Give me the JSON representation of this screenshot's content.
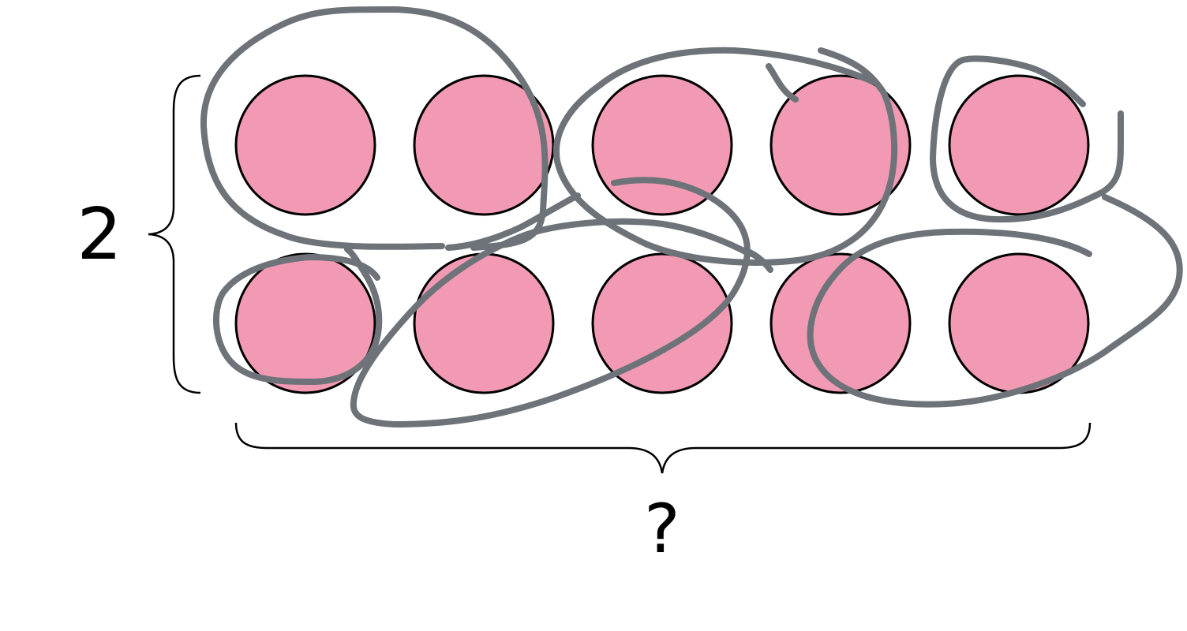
{
  "rows_label": "2",
  "columns_label": "?",
  "grid": {
    "rows": 2,
    "columns": 5
  },
  "colors": {
    "counter_fill": "#f29ab3",
    "counter_stroke": "#000000",
    "brace": "#000000",
    "scribble": "#6d7378"
  },
  "icons": {
    "counter": "circle-counter",
    "brace": "curly-brace"
  }
}
